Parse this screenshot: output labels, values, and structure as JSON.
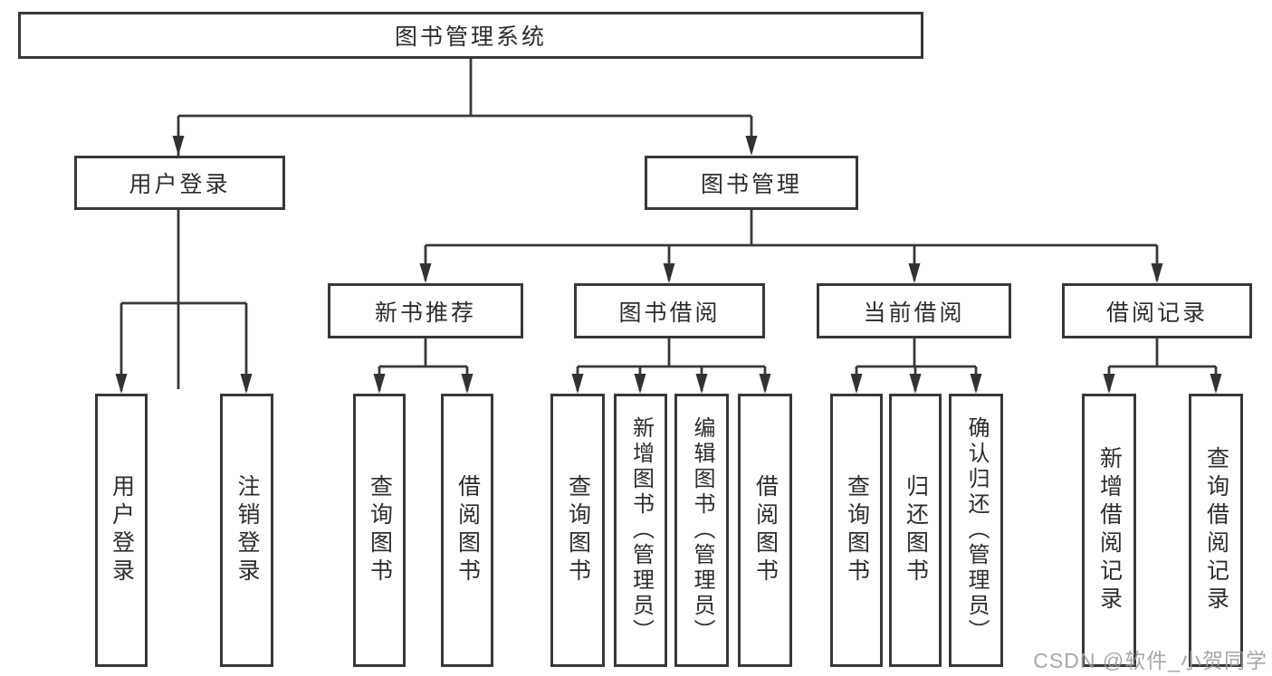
{
  "diagram": {
    "watermark": "CSDN @软件_小贺同学",
    "colors": {
      "line": "#383838",
      "box_border": "#383838",
      "box_fill": "#ffffff",
      "text": "#2d2d2d",
      "watermark": "#9c9c9c"
    },
    "nodes": {
      "root": {
        "label": "图书管理系统"
      },
      "user_login": {
        "label": "用户登录"
      },
      "book_management": {
        "label": "图书管理"
      },
      "new_book_recommend": {
        "label": "新书推荐"
      },
      "book_borrowing": {
        "label": "图书借阅"
      },
      "current_borrowing": {
        "label": "当前借阅"
      },
      "borrowing_records": {
        "label": "借阅记录"
      },
      "leaf_user_login": {
        "label": "用户登录"
      },
      "leaf_logout": {
        "label": "注销登录"
      },
      "leaf_query_books_1": {
        "label": "查询图书"
      },
      "leaf_borrow_books_1": {
        "label": "借阅图书"
      },
      "leaf_query_books_2": {
        "label": "查询图书"
      },
      "leaf_add_books_admin": {
        "label": "新增图书（管理员）"
      },
      "leaf_edit_books_admin": {
        "label": "编辑图书（管理员）"
      },
      "leaf_borrow_books_2": {
        "label": "借阅图书"
      },
      "leaf_query_books_3": {
        "label": "查询图书"
      },
      "leaf_return_books": {
        "label": "归还图书"
      },
      "leaf_confirm_return_admin": {
        "label": "确认归还（管理员）"
      },
      "leaf_add_borrow_record": {
        "label": "新增借阅记录"
      },
      "leaf_query_borrow_record": {
        "label": "查询借阅记录"
      }
    }
  }
}
